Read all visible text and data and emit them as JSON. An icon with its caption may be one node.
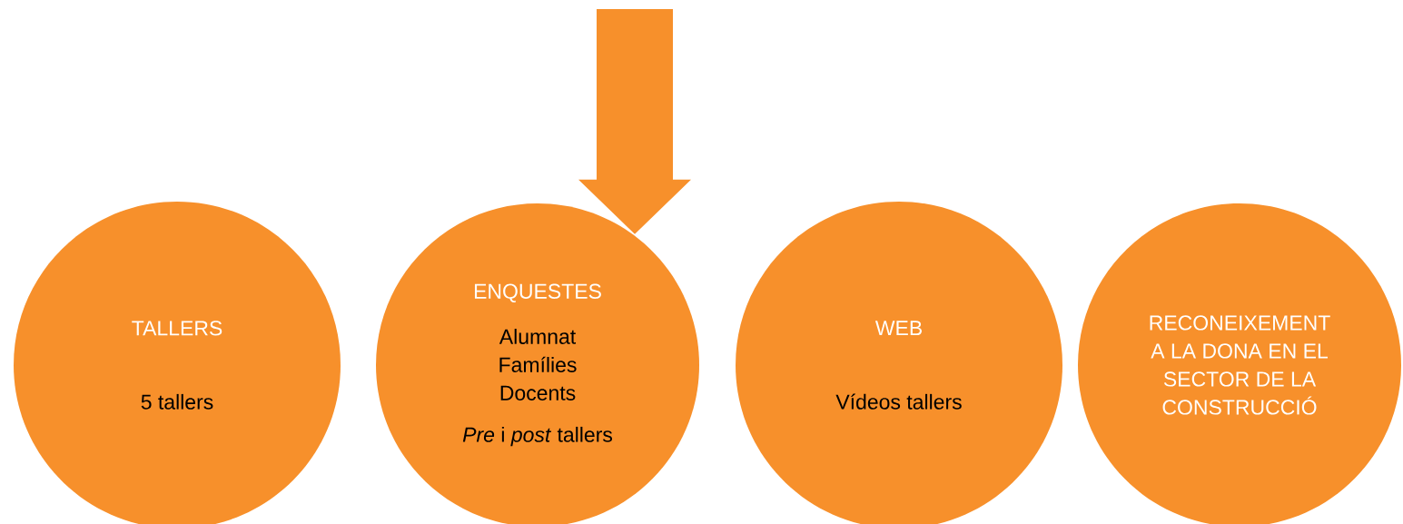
{
  "diagram": {
    "nodes": [
      {
        "text": [
          "TALLERS",
          "5 tallers"
        ]
      },
      {
        "text": [
          "ENQUESTES",
          "Alumnat Famílies Docents",
          "*Pre* i *post* tallers"
        ]
      },
      {
        "text": [
          "WEB",
          "Vídeos tallers"
        ]
      },
      {
        "text": [
          "RECONEIXEMENT A LA DONA EN EL SECTOR DE LA CONSTRUCCIÓ"
        ]
      }
    ],
    "edges": [
      {
        "from": null,
        "to": 1,
        "arrow": "to",
        "color": "#f7902b"
      }
    ]
  }
}
